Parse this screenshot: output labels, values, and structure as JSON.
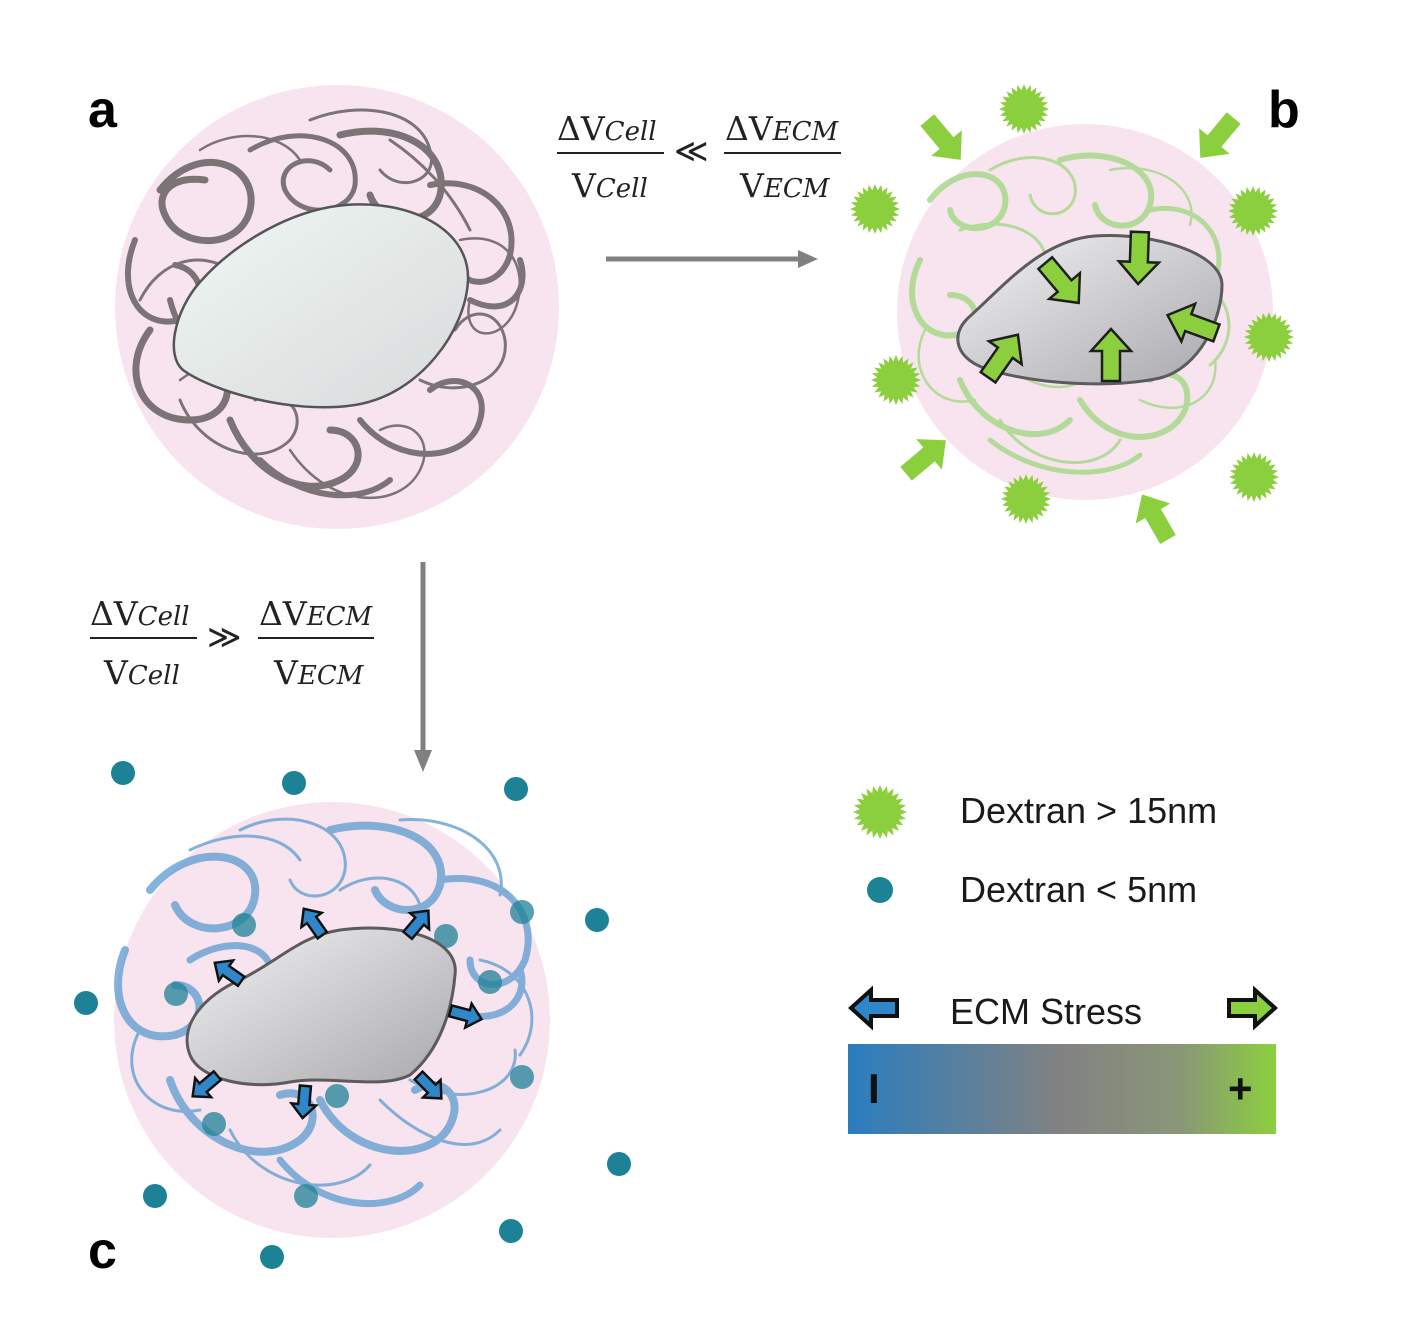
{
  "panels": {
    "a": {
      "label": "a"
    },
    "b": {
      "label": "b"
    },
    "c": {
      "label": "c"
    }
  },
  "equations": {
    "top": {
      "left_num": "ΔV",
      "left_num_sub": "Cell",
      "left_den": "V",
      "left_den_sub": "Cell",
      "relation": "≪",
      "right_num": "ΔV",
      "right_num_sub": "ECM",
      "right_den": "V",
      "right_den_sub": "ECM"
    },
    "left": {
      "left_num": "ΔV",
      "left_num_sub": "Cell",
      "left_den": "V",
      "left_den_sub": "Cell",
      "relation": "≫",
      "right_num": "ΔV",
      "right_num_sub": "ECM",
      "right_den": "V",
      "right_den_sub": "ECM"
    }
  },
  "legend": {
    "large_dextran": "Dextran > 15nm",
    "small_dextran": "Dextran < 5nm",
    "stress_title": "ECM Stress",
    "minus_sign": "I",
    "plus_sign": "+"
  },
  "colors": {
    "matrix_halo": "#f8e4ef",
    "neutral_fiber": "#6f6769",
    "compressed_fiber": "#a9d98c",
    "tensile_fiber": "#5b9bd0",
    "large_dextran": "#8ccf3e",
    "small_dextran": "#1e8296",
    "green_arrow": "#8ccf3e",
    "blue_arrow": "#2f86c8",
    "gradient_start": "#2a7dbf",
    "gradient_mid": "#808080",
    "gradient_end": "#8ccf3e"
  }
}
